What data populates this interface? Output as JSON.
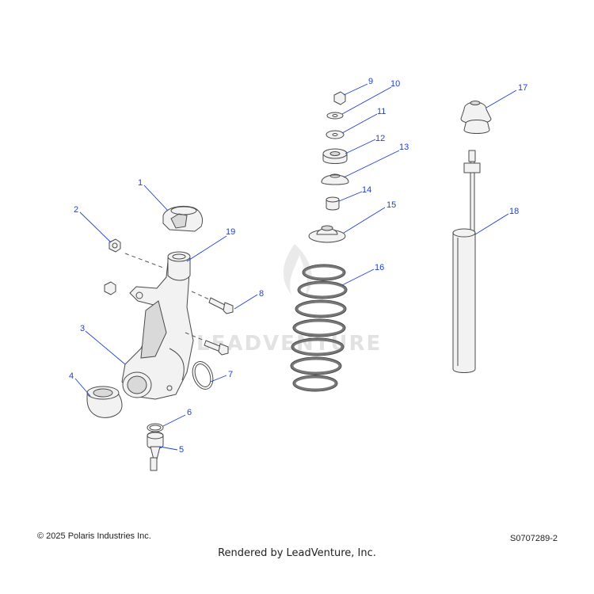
{
  "copyright": "© 2025 Polaris Industries Inc.",
  "figure_id": "S0707289-2",
  "rendered_by": "Rendered by LeadVenture, Inc.",
  "watermark": "LEADVENTURE",
  "callouts": [
    "1",
    "2",
    "3",
    "4",
    "5",
    "6",
    "7",
    "8",
    "9",
    "10",
    "11",
    "12",
    "13",
    "14",
    "15",
    "16",
    "17",
    "18",
    "19"
  ],
  "colors": {
    "callout": "#1f3fd6",
    "part_stroke": "#4a4a4a",
    "part_fill": "#f2f2f2"
  }
}
